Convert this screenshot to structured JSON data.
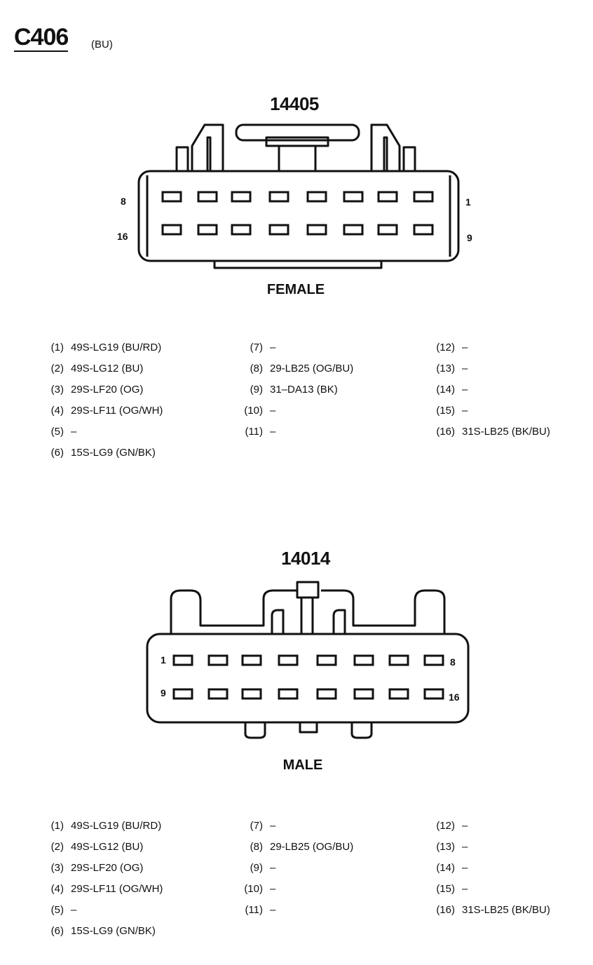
{
  "header": {
    "connector_id": "C406",
    "connector_color": "(BU)"
  },
  "female": {
    "part_number": "14405",
    "label": "FEMALE",
    "pin_labels": {
      "top_left": "8",
      "bottom_left": "16",
      "top_right": "1",
      "bottom_right": "9"
    },
    "pins": [
      [
        "(1)",
        "49S-LG19 (BU/RD)"
      ],
      [
        "(2)",
        "49S-LG12 (BU)"
      ],
      [
        "(3)",
        "29S-LF20 (OG)"
      ],
      [
        "(4)",
        "29S-LF11 (OG/WH)"
      ],
      [
        "(5)",
        "–"
      ],
      [
        "(6)",
        "15S-LG9 (GN/BK)"
      ],
      [
        "(7)",
        "–"
      ],
      [
        "(8)",
        "29-LB25 (OG/BU)"
      ],
      [
        "(9)",
        "31–DA13 (BK)"
      ],
      [
        "(10)",
        "–"
      ],
      [
        "(11)",
        "–"
      ],
      [
        "(12)",
        "–"
      ],
      [
        "(13)",
        "–"
      ],
      [
        "(14)",
        "–"
      ],
      [
        "(15)",
        "–"
      ],
      [
        "(16)",
        "31S-LB25 (BK/BU)"
      ]
    ]
  },
  "male": {
    "part_number": "14014",
    "label": "MALE",
    "pin_labels": {
      "top_left": "1",
      "bottom_left": "9",
      "top_right": "8",
      "bottom_right": "16"
    },
    "pins": [
      [
        "(1)",
        "49S-LG19 (BU/RD)"
      ],
      [
        "(2)",
        "49S-LG12 (BU)"
      ],
      [
        "(3)",
        "29S-LF20 (OG)"
      ],
      [
        "(4)",
        "29S-LF11 (OG/WH)"
      ],
      [
        "(5)",
        "–"
      ],
      [
        "(6)",
        "15S-LG9 (GN/BK)"
      ],
      [
        "(7)",
        "–"
      ],
      [
        "(8)",
        "29-LB25 (OG/BU)"
      ],
      [
        "(9)",
        "–"
      ],
      [
        "(10)",
        "–"
      ],
      [
        "(11)",
        "–"
      ],
      [
        "(12)",
        "–"
      ],
      [
        "(13)",
        "–"
      ],
      [
        "(14)",
        "–"
      ],
      [
        "(15)",
        "–"
      ],
      [
        "(16)",
        "31S-LB25 (BK/BU)"
      ]
    ]
  }
}
